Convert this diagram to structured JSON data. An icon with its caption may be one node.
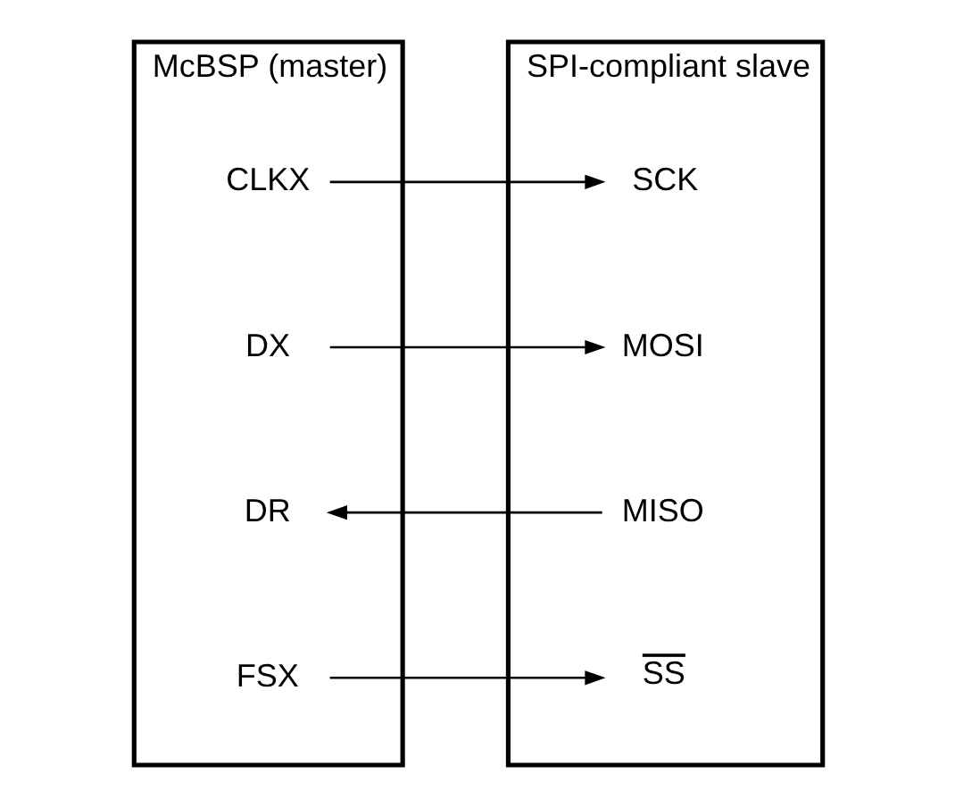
{
  "diagram": {
    "nodes": [
      {
        "text": [
          "McBSP (master)"
        ]
      },
      {
        "text": [
          "CLKX"
        ],
        "in": 0
      },
      {
        "text": [
          "DX"
        ],
        "in": 0
      },
      {
        "text": [
          "DR"
        ],
        "in": 0
      },
      {
        "text": [
          "FSX"
        ],
        "in": 0
      },
      {
        "text": [
          "SPI-compliant slave"
        ]
      },
      {
        "text": [
          "SCK"
        ],
        "in": 5
      },
      {
        "text": [
          "MOSI"
        ],
        "in": 5
      },
      {
        "text": [
          "MISO"
        ],
        "in": 5
      },
      {
        "text": [
          "SS"
        ],
        "in": 5
      }
    ],
    "edges": [
      {
        "from": 1,
        "to": 6,
        "arrow": "to"
      },
      {
        "from": 2,
        "to": 7,
        "arrow": "to"
      },
      {
        "from": 8,
        "to": 3,
        "arrow": "to"
      },
      {
        "from": 4,
        "to": 9,
        "arrow": "to"
      }
    ]
  }
}
